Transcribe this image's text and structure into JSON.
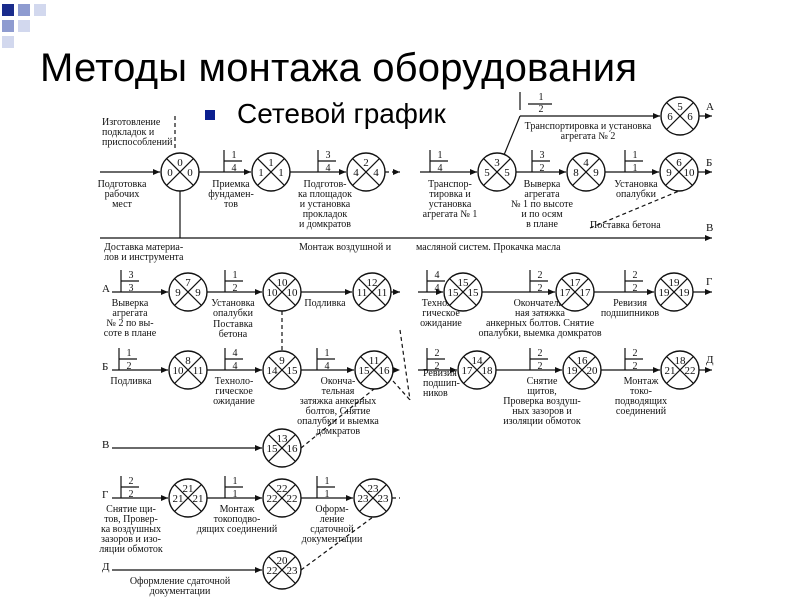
{
  "slide": {
    "title": "Методы монтажа оборудования",
    "bullet": "Сетевой график",
    "colors": {
      "bullet": "#0b1f8f",
      "squares": [
        "#1a2c8c",
        "#8e9bd0",
        "#d2d8ee"
      ],
      "ink": "#111111"
    }
  },
  "diagram": {
    "nodes": [
      {
        "id": "n0",
        "top": "0",
        "left": "0",
        "right": "0"
      },
      {
        "id": "n1",
        "top": "1",
        "left": "1",
        "right": "1"
      },
      {
        "id": "n2",
        "top": "2",
        "left": "4",
        "right": "4"
      },
      {
        "id": "n3",
        "top": "3",
        "left": "5",
        "right": "5"
      },
      {
        "id": "n4",
        "top": "4",
        "left": "8",
        "right": "9"
      },
      {
        "id": "n6",
        "top": "6",
        "left": "9",
        "right": "10"
      },
      {
        "id": "n5",
        "top": "5",
        "left": "6",
        "right": "6"
      },
      {
        "id": "n7",
        "top": "7",
        "left": "9",
        "right": "9"
      },
      {
        "id": "n10",
        "top": "10",
        "left": "10",
        "right": "10"
      },
      {
        "id": "n12",
        "top": "12",
        "left": "11",
        "right": "11"
      },
      {
        "id": "n15",
        "top": "15",
        "left": "15",
        "right": "15"
      },
      {
        "id": "n17",
        "top": "17",
        "left": "17",
        "right": "17"
      },
      {
        "id": "n19",
        "top": "19",
        "left": "19",
        "right": "19"
      },
      {
        "id": "n8",
        "top": "8",
        "left": "10",
        "right": "11"
      },
      {
        "id": "n9",
        "top": "9",
        "left": "14",
        "right": "15"
      },
      {
        "id": "n11",
        "top": "11",
        "left": "15",
        "right": "16"
      },
      {
        "id": "n14",
        "top": "14",
        "left": "17",
        "right": "18"
      },
      {
        "id": "n16",
        "top": "16",
        "left": "19",
        "right": "20"
      },
      {
        "id": "n18",
        "top": "18",
        "left": "21",
        "right": "22"
      },
      {
        "id": "n13",
        "top": "13",
        "left": "15",
        "right": "16"
      },
      {
        "id": "n21",
        "top": "21",
        "left": "21",
        "right": "21"
      },
      {
        "id": "n22",
        "top": "22",
        "left": "22",
        "right": "22"
      },
      {
        "id": "n23",
        "top": "23",
        "left": "23",
        "right": "23"
      },
      {
        "id": "n20",
        "top": "20",
        "left": "22",
        "right": "23"
      }
    ],
    "fractions": [
      {
        "id": "f1",
        "num": "1",
        "den": "4"
      },
      {
        "id": "f2",
        "num": "3",
        "den": "4"
      },
      {
        "id": "f3",
        "num": "1",
        "den": "2"
      },
      {
        "id": "f4",
        "num": "1",
        "den": "4"
      },
      {
        "id": "f5",
        "num": "3",
        "den": "2"
      },
      {
        "id": "f6",
        "num": "1",
        "den": "1"
      },
      {
        "id": "f7",
        "num": "3",
        "den": "3"
      },
      {
        "id": "f8",
        "num": "1",
        "den": "2"
      },
      {
        "id": "f9",
        "num": "4",
        "den": "4"
      },
      {
        "id": "f10",
        "num": "2",
        "den": "2"
      },
      {
        "id": "f11",
        "num": "2",
        "den": "2"
      },
      {
        "id": "f12",
        "num": "1",
        "den": "2"
      },
      {
        "id": "f13",
        "num": "4",
        "den": "4"
      },
      {
        "id": "f14",
        "num": "1",
        "den": "4"
      },
      {
        "id": "f15",
        "num": "2",
        "den": "2"
      },
      {
        "id": "f16",
        "num": "2",
        "den": "2"
      },
      {
        "id": "f17",
        "num": "2",
        "den": "2"
      },
      {
        "id": "f18",
        "num": "2",
        "den": "2"
      },
      {
        "id": "f19",
        "num": "1",
        "den": "1"
      },
      {
        "id": "f20",
        "num": "1",
        "den": "1"
      }
    ],
    "row_letters": {
      "a": "А",
      "b": "Б",
      "v": "В",
      "g": "Г",
      "d": "Д"
    },
    "labels": [
      {
        "id": "l1",
        "lines": [
          "Изготовление",
          "подкладок и",
          "приспособлений"
        ]
      },
      {
        "id": "l2",
        "lines": [
          "Подготовка",
          "рабочих",
          "мест"
        ]
      },
      {
        "id": "l3",
        "lines": [
          "Приемка",
          "фундамен-",
          "тов"
        ]
      },
      {
        "id": "l4",
        "lines": [
          "Подготов-",
          "ка площадок",
          "и установка",
          "прокладок",
          "и домкратов"
        ]
      },
      {
        "id": "l5",
        "lines": [
          "Доставка материа-",
          "лов и инструмента"
        ]
      },
      {
        "id": "l6",
        "lines": [
          "Монтаж воздушной и"
        ]
      },
      {
        "id": "l7",
        "lines": [
          "Транспортировка и установка",
          "агрегата № 2"
        ]
      },
      {
        "id": "l8",
        "lines": [
          "Транспор-",
          "тировка и",
          "установка",
          "агрегата № 1"
        ]
      },
      {
        "id": "l9",
        "lines": [
          "Выверка",
          "агрегата",
          "№ 1 по высоте",
          "и по осям",
          "в плане"
        ]
      },
      {
        "id": "l10",
        "lines": [
          "Установка",
          "опалубки"
        ]
      },
      {
        "id": "l11",
        "lines": [
          "Поставка бетона"
        ]
      },
      {
        "id": "l12",
        "lines": [
          "масляной систем. Прокачка масла"
        ]
      },
      {
        "id": "l13",
        "lines": [
          "Выверка",
          "агрегата",
          "№ 2 по вы-",
          "соте в плане"
        ]
      },
      {
        "id": "l14",
        "lines": [
          "Установка",
          "опалубки"
        ]
      },
      {
        "id": "l15",
        "lines": [
          "Поставка",
          "бетона"
        ]
      },
      {
        "id": "l16",
        "lines": [
          "Подливка"
        ]
      },
      {
        "id": "l17",
        "lines": [
          "Техноло-",
          "гическое",
          "ожидание"
        ]
      },
      {
        "id": "l18",
        "lines": [
          "Окончатель-",
          "ная затяжка",
          "анкерных болтов. Снятие",
          "опалубки, выемка домкратов"
        ]
      },
      {
        "id": "l19",
        "lines": [
          "Ревизия",
          "подшипников"
        ]
      },
      {
        "id": "l20",
        "lines": [
          "Подливка"
        ]
      },
      {
        "id": "l21",
        "lines": [
          "Техноло-",
          "гическое",
          "ожидание"
        ]
      },
      {
        "id": "l22",
        "lines": [
          "Оконча-",
          "тельная",
          "затяжка анкерных",
          "болтов, Снятие",
          "опалубки и выемка",
          "домкратов"
        ]
      },
      {
        "id": "l23",
        "lines": [
          "Ревизия",
          "подшип-",
          "ников"
        ]
      },
      {
        "id": "l24",
        "lines": [
          "Снятие",
          "щитов,",
          "Проверка воздуш-",
          "ных зазоров и",
          "изоляции обмоток"
        ]
      },
      {
        "id": "l25",
        "lines": [
          "Монтаж",
          "токо-",
          "подводящих",
          "соединений"
        ]
      },
      {
        "id": "l26",
        "lines": [
          "Снятие щи-",
          "тов, Провер-",
          "ка воздушных",
          "зазоров и изо-",
          "ляции обмоток"
        ]
      },
      {
        "id": "l27",
        "lines": [
          "Монтаж",
          "токоподво-",
          "дящих соединений"
        ]
      },
      {
        "id": "l28",
        "lines": [
          "Оформ-",
          "ление",
          "сдаточной",
          "документации"
        ]
      },
      {
        "id": "l29",
        "lines": [
          "Оформление сдаточной",
          "документации"
        ]
      }
    ]
  }
}
